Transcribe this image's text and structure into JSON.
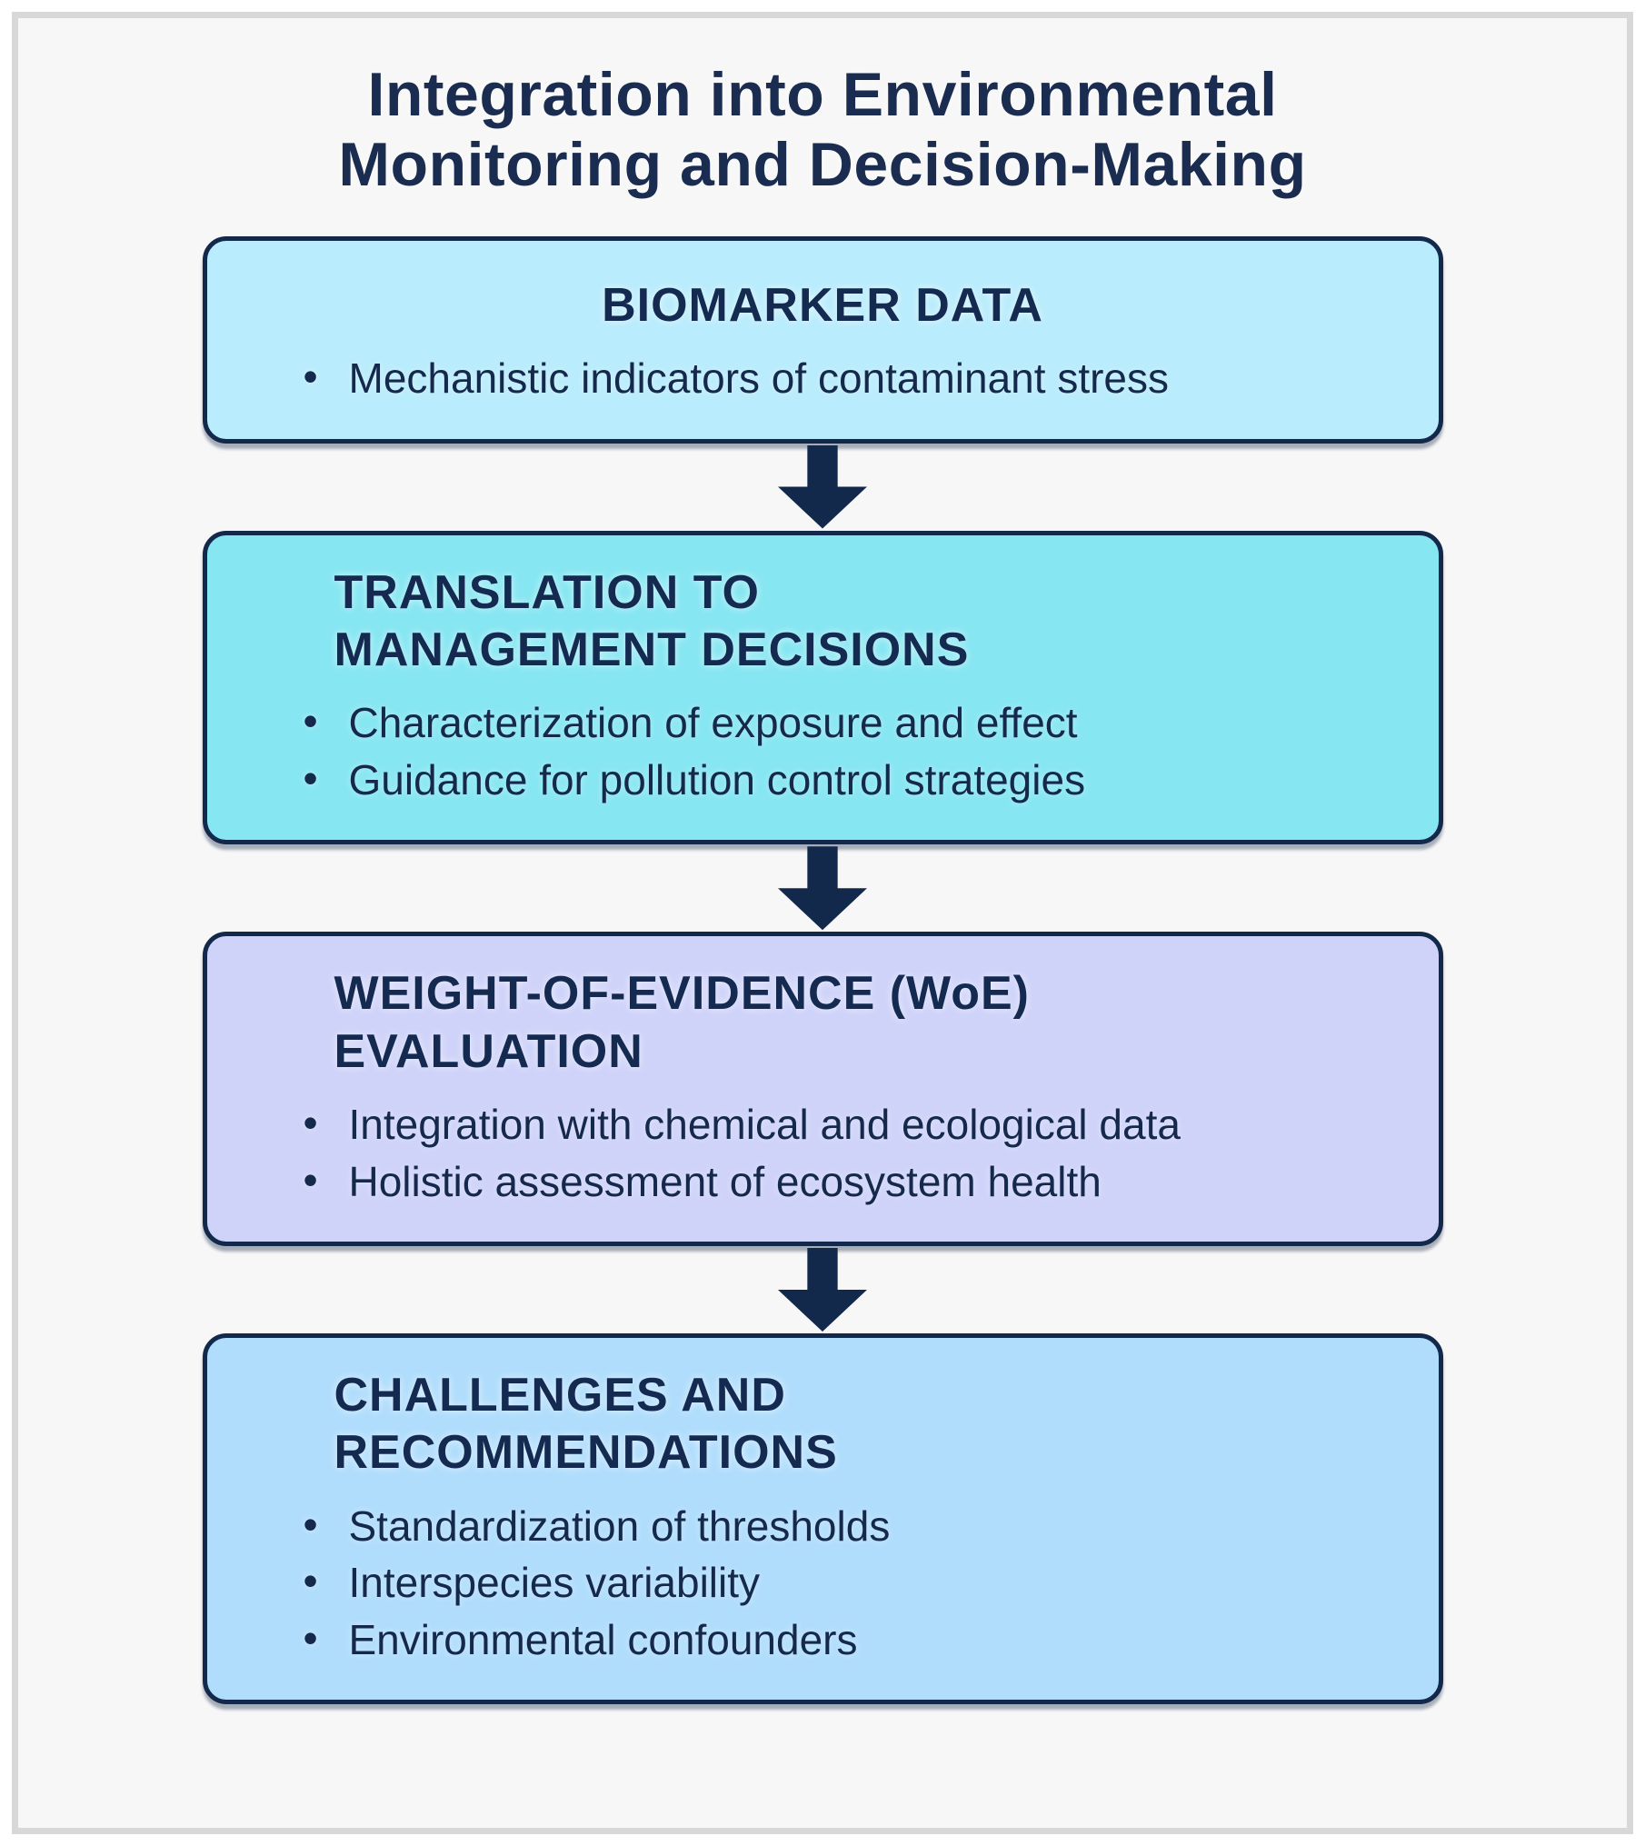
{
  "title": "Integration into Environmental Monitoring and Decision-Making",
  "icons": {
    "flow_arrow": "down-block-arrow"
  },
  "colors": {
    "canvas_background": "#f7f7f8",
    "frame_border": "#d8d8d8",
    "text_navy": "#15294d",
    "box_border": "#13294b",
    "arrow": "#13294b",
    "box_fills": {
      "biomarker_data": "#b9ecfc",
      "translation_to_management_decisions": "#86e6f2",
      "weight_of_evidence_evaluation": "#cfd3f9",
      "challenges_and_recommendations": "#b0ddfc"
    }
  },
  "boxes": [
    {
      "id": "biomarker-data",
      "heading_lines": [
        "BIOMARKER DATA"
      ],
      "bullets": [
        "Mechanistic indicators of contaminant stress"
      ]
    },
    {
      "id": "translation-to-management-decisions",
      "heading_lines": [
        "TRANSLATION TO",
        "MANAGEMENT DECISIONS"
      ],
      "bullets": [
        "Characterization of exposure and effect",
        "Guidance for pollution control strategies"
      ]
    },
    {
      "id": "weight-of-evidence-evaluation",
      "heading_lines": [
        "WEIGHT-OF-EVIDENCE (WoE)",
        "EVALUATION"
      ],
      "bullets": [
        "Integration with chemical and ecological data",
        "Holistic assessment of ecosystem health"
      ]
    },
    {
      "id": "challenges-and-recommendations",
      "heading_lines": [
        "CHALLENGES AND",
        "RECOMMENDATIONS"
      ],
      "bullets": [
        "Standardization of thresholds",
        "Interspecies variability",
        "Environmental confounders"
      ]
    }
  ]
}
